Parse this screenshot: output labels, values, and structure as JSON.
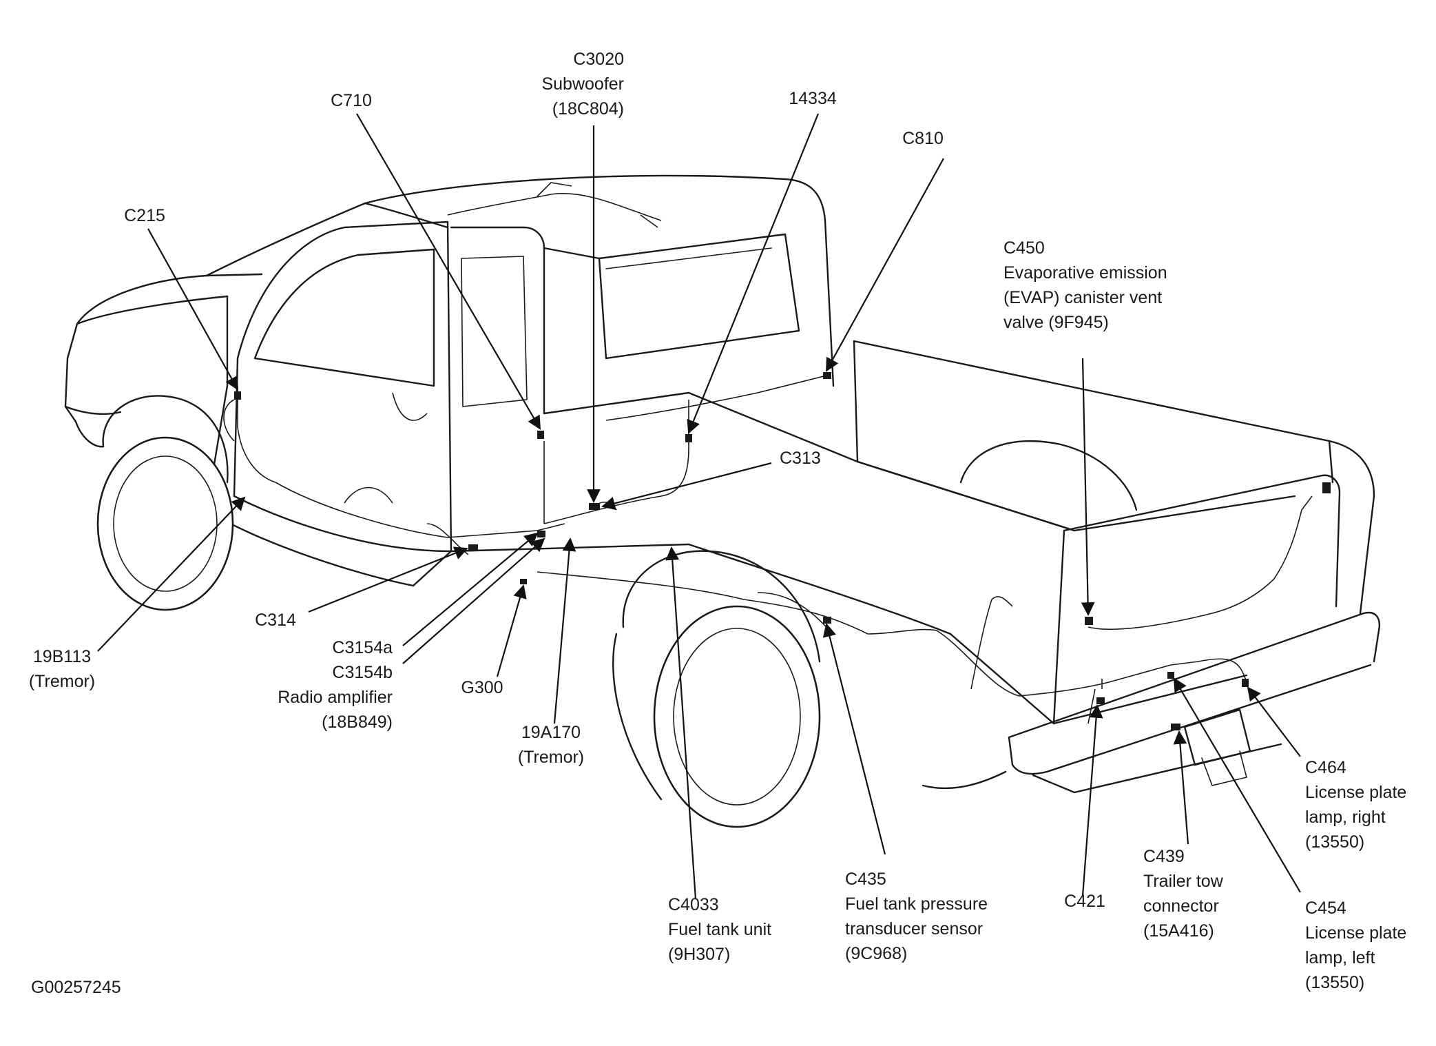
{
  "figure_id": "G00257245",
  "callouts": {
    "c215": [
      "C215"
    ],
    "c710": [
      "C710"
    ],
    "c3020": [
      "C3020",
      "Subwoofer",
      "(18C804)"
    ],
    "c14334": [
      "14334"
    ],
    "c810": [
      "C810"
    ],
    "c450": [
      "C450",
      "Evaporative emission",
      "(EVAP) canister vent",
      "valve (9F945)"
    ],
    "c313": [
      "C313"
    ],
    "c314": [
      "C314"
    ],
    "c19b113": [
      "19B113",
      "(Tremor)"
    ],
    "c3154": [
      "C3154a",
      "C3154b",
      "Radio amplifier",
      "(18B849)"
    ],
    "g300": [
      "G300"
    ],
    "c19a170": [
      "19A170",
      "(Tremor)"
    ],
    "c4033": [
      "C4033",
      "Fuel tank unit",
      "(9H307)"
    ],
    "c435": [
      "C435",
      "Fuel tank pressure",
      "transducer sensor",
      "(9C968)"
    ],
    "c421": [
      "C421"
    ],
    "c439": [
      "C439",
      "Trailer tow",
      "connector",
      "(15A416)"
    ],
    "c464": [
      "C464",
      "License plate",
      "lamp, right",
      "(13550)"
    ],
    "c454": [
      "C454",
      "License plate",
      "lamp, left",
      "(13550)"
    ]
  }
}
